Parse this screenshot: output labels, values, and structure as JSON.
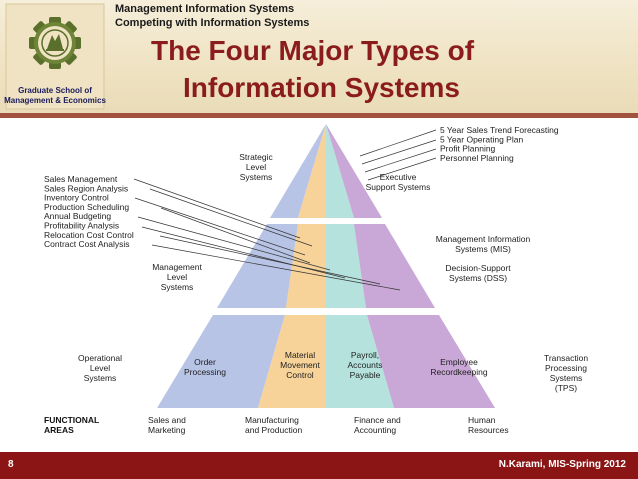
{
  "header": {
    "course_line_1": "Management Information Systems",
    "course_line_2": "Competing with Information Systems",
    "title_line_1": "The Four Major Types of",
    "title_line_2": "Information Systems",
    "school_line_1": "Graduate School of",
    "school_line_2": "Management & Economics"
  },
  "colors": {
    "title": "#8a1c1c",
    "footer": "#8b1515",
    "header_rule": "#a0523f",
    "zone_blue": "#b8c4e6",
    "zone_orange": "#f7d39a",
    "zone_teal": "#b5e2dd",
    "zone_purple": "#c9a7d6"
  },
  "pyramid": {
    "levels": {
      "strategic": [
        "Strategic",
        "Level",
        "Systems"
      ],
      "management": [
        "Management",
        "Level",
        "Systems"
      ],
      "operational": [
        "Operational",
        "Level",
        "Systems"
      ]
    },
    "functional": {
      "label": [
        "FUNCTIONAL",
        "AREAS"
      ],
      "areas": [
        [
          "Sales and",
          "Marketing"
        ],
        [
          "Manufacturing",
          "and Production"
        ],
        [
          "Finance and",
          "Accounting"
        ],
        [
          "Human",
          "Resources"
        ]
      ]
    },
    "operational_cells": [
      [
        "Order",
        "Processing"
      ],
      [
        "Material",
        "Movement",
        "Control"
      ],
      [
        "Payroll,",
        "Accounts",
        "Payable"
      ],
      [
        "Employee",
        "Recordkeeping"
      ]
    ],
    "system_types": {
      "ess": [
        "Executive",
        "Support Systems"
      ],
      "mis": [
        "Management Information",
        "Systems (MIS)"
      ],
      "dss": [
        "Decision-Support",
        "Systems (DSS)"
      ],
      "tps": [
        "Transaction",
        "Processing",
        "Systems",
        "(TPS)"
      ]
    },
    "strategic_examples": [
      "5 Year Sales Trend Forecasting",
      "5 Year Operating Plan",
      "Profit Planning",
      "Personnel Planning"
    ],
    "management_examples": [
      "Sales Management",
      "Sales Region Analysis",
      "Inventory Control",
      "Production Scheduling",
      "Annual Budgeting",
      "Profitability Analysis",
      "Relocation Cost Control",
      "Contract Cost Analysis"
    ]
  },
  "footer": {
    "page_number": "8",
    "author": "N.Karami, MIS-Spring 2012"
  }
}
